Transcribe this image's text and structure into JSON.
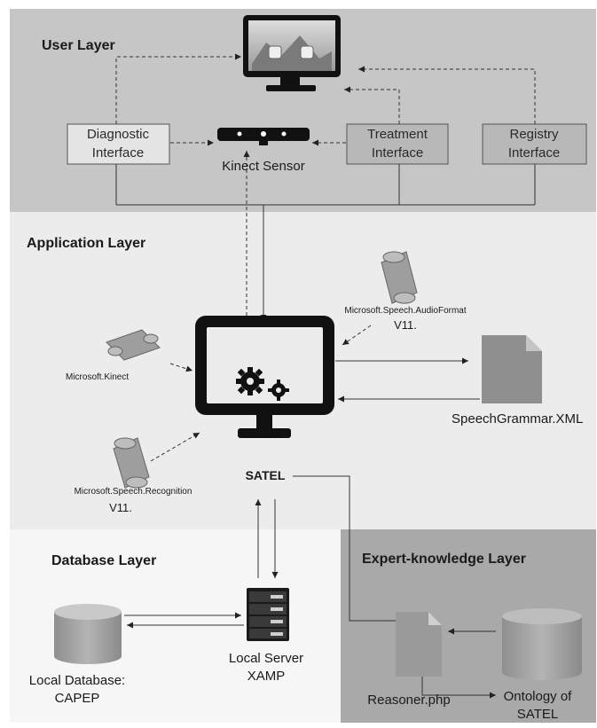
{
  "layers": {
    "user": "User Layer",
    "application": "Application Layer",
    "database": "Database Layer",
    "expert": "Expert-knowledge Layer"
  },
  "user_layer": {
    "diagnostic_interface": [
      "Diagnostic",
      "Interface"
    ],
    "treatment_interface": [
      "Treatment",
      "Interface"
    ],
    "registry_interface": [
      "Registry",
      "Interface"
    ],
    "kinect_sensor": "Kinect Sensor"
  },
  "application_layer": {
    "satel": "SATEL",
    "speech_grammar": "SpeechGrammar.XML",
    "lib_kinect": "Microsoft.Kinect",
    "lib_audioformat": "Microsoft.Speech.AudioFormat",
    "lib_audioformat_version": "V11.",
    "lib_recognition": "Microsoft.Speech.Recognition",
    "lib_recognition_version": "V11."
  },
  "database_layer": {
    "local_database": [
      "Local Database:",
      "CAPEP"
    ],
    "local_server": [
      "Local Server",
      "XAMP"
    ]
  },
  "expert_layer": {
    "reasoner": "Reasoner.php",
    "ontology": [
      "Ontology of",
      "SATEL"
    ]
  },
  "colors": {
    "user_bg": "#c6c6c6",
    "application_bg": "#ececec",
    "database_bg": "#f6f6f6",
    "expert_bg": "#a9a9a9",
    "box_fill": "#e4e4e4",
    "box_fill_dark": "#b8b8b8"
  }
}
